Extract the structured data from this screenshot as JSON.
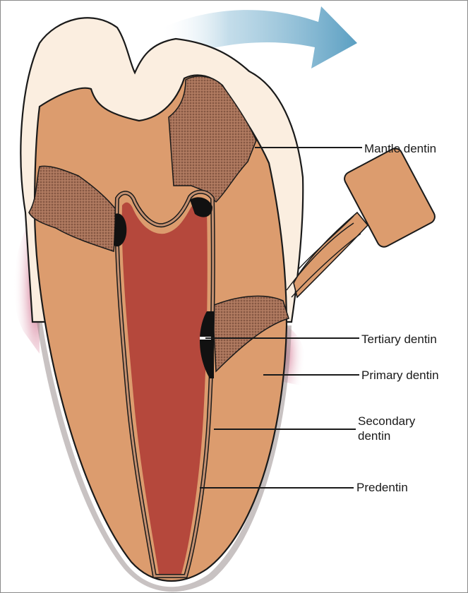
{
  "labels": {
    "mantle": "Mantle dentin",
    "tertiary": "Tertiary dentin",
    "primary": "Primary dentin",
    "secondary_line1": "Secondary",
    "secondary_line2": "dentin",
    "predentin": "Predentin"
  },
  "colors": {
    "enamel": "#fbeee0",
    "dentin": "#dc9c6e",
    "pulp": "#b5483c",
    "mantle": "#9a6a52",
    "gum": "#d98a9a",
    "arrow": "#69a6c6",
    "outline": "#1a1a1a"
  }
}
